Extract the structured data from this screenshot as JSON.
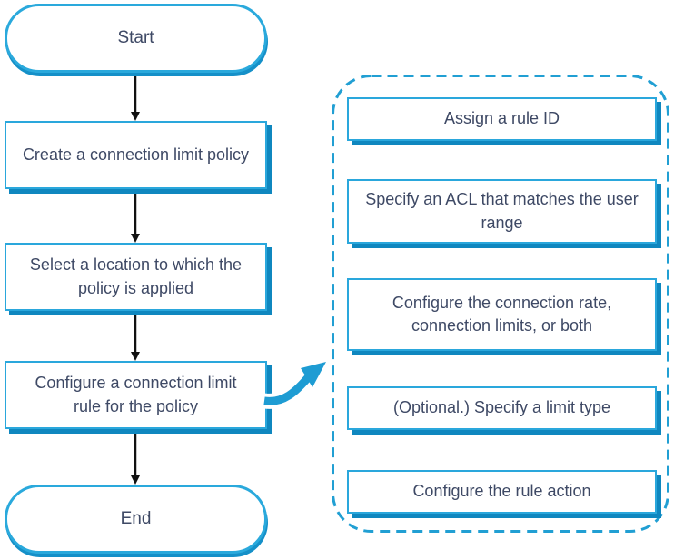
{
  "diagram": {
    "title": "Connection limit policy configuration flowchart",
    "colors": {
      "box_border": "#2aa7dc",
      "box_shadow": "#0f87bf",
      "dashed_group_border": "#219fd3",
      "curved_arrow": "#1e9cd3",
      "connector": "#111111",
      "text": "#3e4965",
      "background": "#ffffff"
    },
    "flow": {
      "start": "Start",
      "steps": [
        "Create a connection limit policy",
        "Select a location to which the policy is applied",
        "Configure a connection limit rule for the policy"
      ],
      "end": "End"
    },
    "detail": {
      "steps": [
        "Assign a rule ID",
        "Specify an ACL that matches the user range",
        "Configure the connection rate, connection limits, or both",
        "(Optional.) Specify a limit type",
        "Configure the rule action"
      ]
    }
  }
}
